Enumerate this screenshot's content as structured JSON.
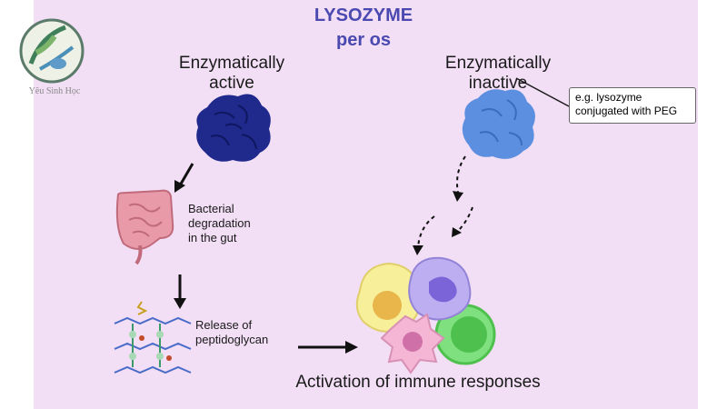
{
  "title": {
    "line1": "LYSOZYME",
    "line2": "per os"
  },
  "logo": {
    "caption": "Yêu Sinh Học"
  },
  "left_branch": {
    "heading_line1": "Enzymatically",
    "heading_line2": "active",
    "gut_label_line1": "Bacterial",
    "gut_label_line2": "degradation",
    "gut_label_line3": "in the gut",
    "pg_label_line1": "Release of",
    "pg_label_line2": "peptidoglycan"
  },
  "right_branch": {
    "heading_line1": "Enzymatically",
    "heading_line2": "inactive",
    "callout_line1": "e.g. lysozyme",
    "callout_line2": "conjugated with PEG"
  },
  "outcome": {
    "label": "Activation of immune responses"
  },
  "colors": {
    "background": "#f2def5",
    "title": "#4a49b0",
    "active_enzyme": "#1f2a8c",
    "inactive_enzyme": "#5c8fe0",
    "gut": "#e89aa8",
    "cell_yellow": "#f7ef9a",
    "cell_purple": "#bcaef0",
    "cell_pink": "#f5b6d6",
    "cell_green": "#7ee07e"
  }
}
